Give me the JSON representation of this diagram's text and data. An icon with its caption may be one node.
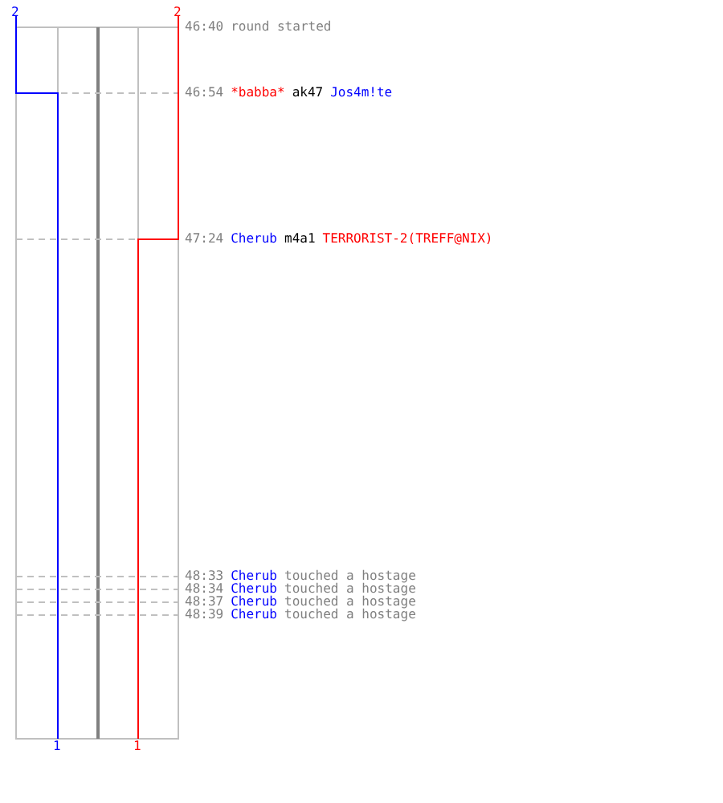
{
  "diagram": {
    "labels": [
      "2",
      "2",
      "46:40",
      "round started",
      "46:54",
      "*babba*",
      "ak47",
      "Jos4m!te",
      "47:24",
      "Cherub",
      "m4a1",
      "TERRORIST-2(TREFF@NIX)",
      "48:33",
      "Cherub",
      "touched a hostage",
      "48:34",
      "Cherub",
      "touched a hostage",
      "48:37",
      "Cherub",
      "touched a hostage",
      "48:39",
      "Cherub",
      "touched a hostage",
      "1",
      "1"
    ]
  }
}
